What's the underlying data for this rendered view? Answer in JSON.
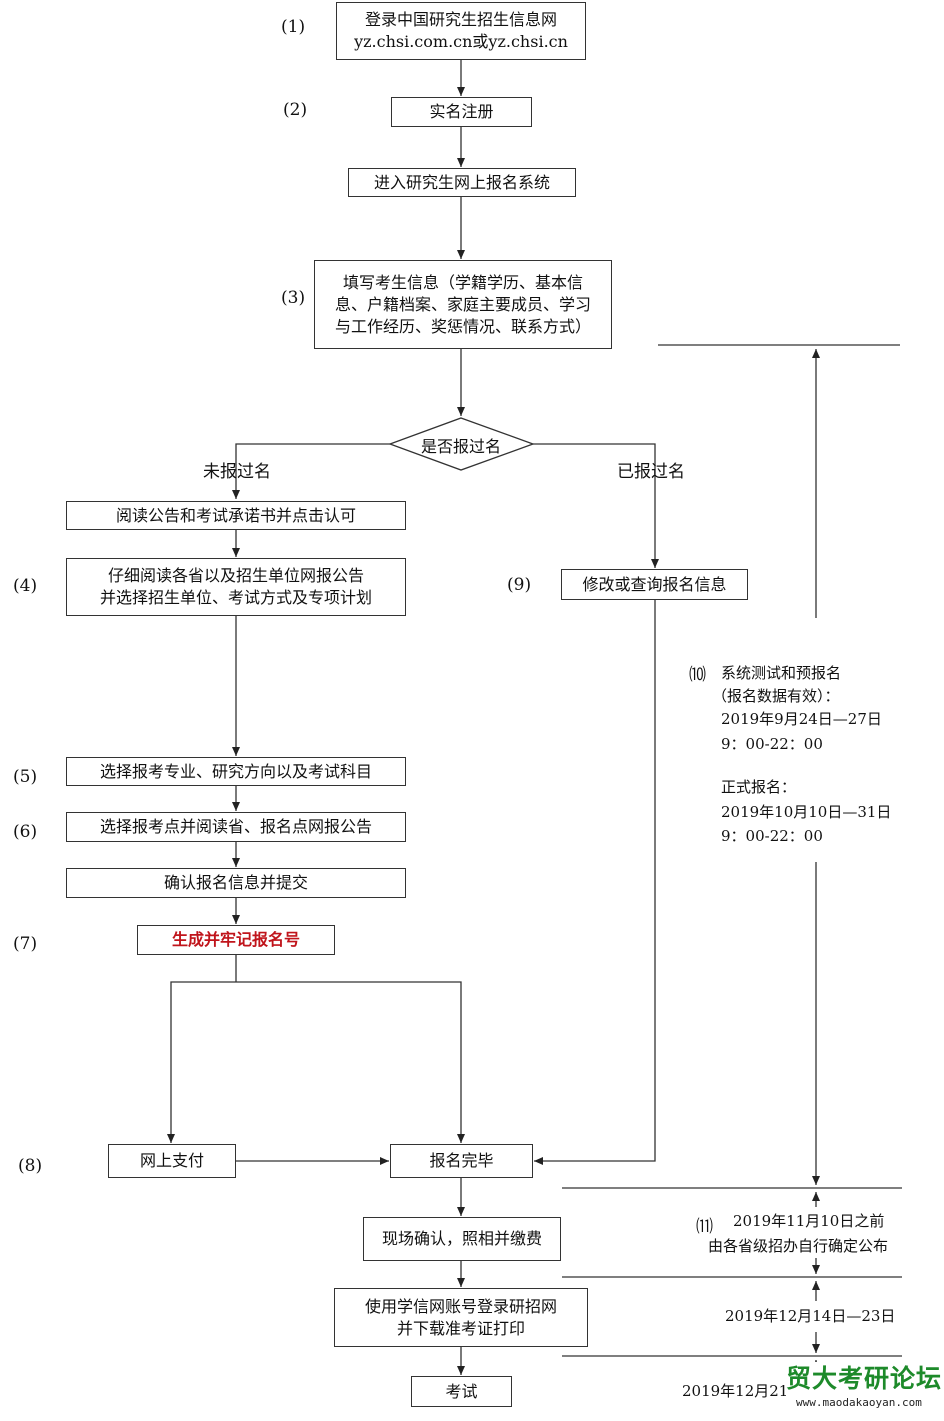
{
  "steps": {
    "s1": "(1)",
    "s2": "(2)",
    "s3": "(3)",
    "s4": "(4)",
    "s5": "(5)",
    "s6": "(6)",
    "s7": "(7)",
    "s8": "(8)",
    "s9": "(9)",
    "s10": "⑽",
    "s11": "⑾"
  },
  "boxes": {
    "login_line1": "登录中国研究生招生信息网",
    "login_line2": "yz.chsi.com.cn或yz.chsi.cn",
    "register": "实名注册",
    "enter_system": "进入研究生网上报名系统",
    "fill_line1": "填写考生信息（学籍学历、基本信",
    "fill_line2": "息、户籍档案、家庭主要成员、学习",
    "fill_line3": "与工作经历、奖惩情况、联系方式）",
    "decision": "是否报过名",
    "read_notice": "阅读公告和考试承诺书并点击认可",
    "read_province_line1": "仔细阅读各省以及招生单位网报公告",
    "read_province_line2": "并选择招生单位、考试方式及专项计划",
    "select_major": "选择报考专业、研究方向以及考试科目",
    "select_site": "选择报考点并阅读省、报名点网报公告",
    "confirm_submit": "确认报名信息并提交",
    "generate_number": "生成并牢记报名号",
    "modify_query": "修改或查询报名信息",
    "online_payment": "网上支付",
    "registration_done": "报名完毕",
    "onsite_confirm": "现场确认，照相并缴费",
    "print_line1": "使用学信网账号登录研招网",
    "print_line2": "并下载准考证打印",
    "exam": "考试"
  },
  "branch_labels": {
    "not_registered": "未报过名",
    "registered": "已报过名"
  },
  "notes": {
    "n10_line1": "系统测试和预报名",
    "n10_line2": "（报名数据有效）：",
    "n10_line3": "2019年9月24日—27日",
    "n10_line4": "9：00-22：00",
    "n10_line5": "正式报名：",
    "n10_line6": "2019年10月10日—31日",
    "n10_line7": "9：00-22：00",
    "n11_line1": "2019年11月10日之前",
    "n11_line2": "由各省级招办自行确定公布",
    "print_dates": "2019年12月14日—23日",
    "exam_date": "2019年12月21"
  },
  "watermark": {
    "title": "贸大考研论坛",
    "url": "www.maodakaoyan.com"
  },
  "colors": {
    "line": "#333333",
    "highlight": "#c0141b",
    "watermark": "#1d8a2a"
  }
}
